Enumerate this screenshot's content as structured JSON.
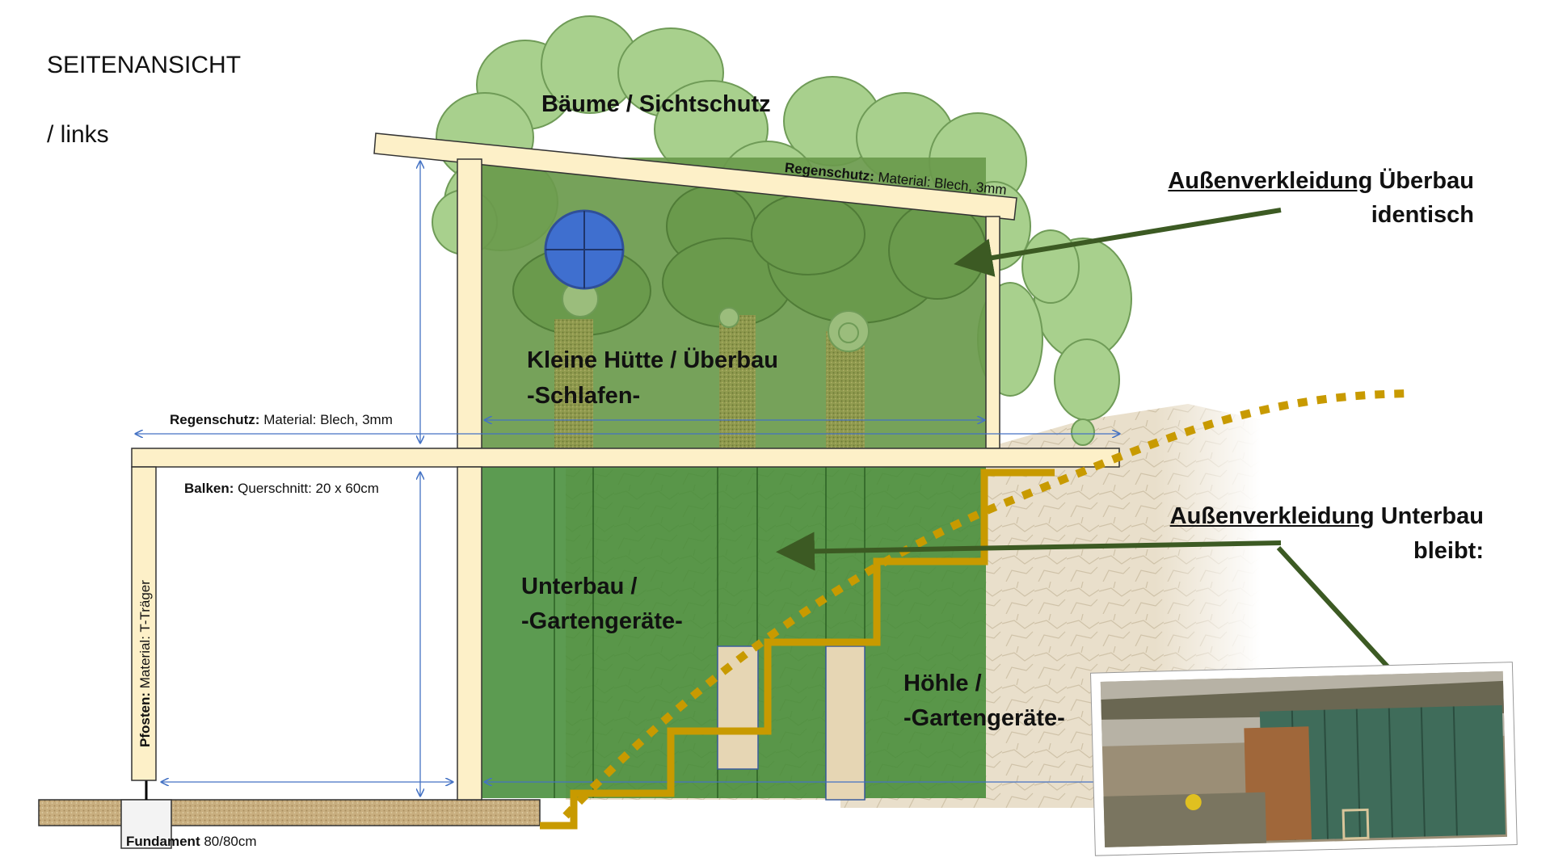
{
  "title": {
    "line1": "SEITENANSICHT",
    "line2": "/ links"
  },
  "labels": {
    "trees": "Bäume / Sichtschutz",
    "upper_line1": "Kleine Hütte / Überbau",
    "upper_line2": "-Schlafen-",
    "lower_line1": "Unterbau /",
    "lower_line2": "-Gartengeräte-",
    "cave_line1": "Höhle /",
    "cave_line2": "-Gartengeräte-"
  },
  "annotations": {
    "roof_rain_bold": "Regenschutz:",
    "roof_rain_text": "Material: Blech, 3mm",
    "deck_rain_bold": "Regenschutz:",
    "deck_rain_text": "Material: Blech, 3mm",
    "beam_bold": "Balken:",
    "beam_text": "Querschnitt: 20 x 60cm",
    "post_bold": "Pfosten:",
    "post_text": "Material: T-Träger",
    "foundation_bold": "Fundament",
    "foundation_text": "80/80cm"
  },
  "callouts": {
    "upper_line1_ul": "Außenverkleidung",
    "upper_line1_rest": "Überbau",
    "upper_line2": "identisch",
    "lower_line1_ul": "Außenverkleidung",
    "lower_line1_rest": "Unterbau",
    "lower_line2": "bleibt:"
  },
  "colors": {
    "wall_upper": "#6a9a4c",
    "wall_lower": "#3f8a33",
    "tree_fill": "#a8d08d",
    "tree_stroke": "#6f9b57",
    "beam_fill": "#fdf0c8",
    "window": "#3f6fcf",
    "stairs": "#c89a00",
    "arrow": "#3c5a23",
    "dimension": "#4472c4",
    "ground": "#c8ae7f",
    "rock": "#e8dcc4"
  },
  "icons": {
    "window": "round-window-icon",
    "photo": "shed-photo"
  }
}
